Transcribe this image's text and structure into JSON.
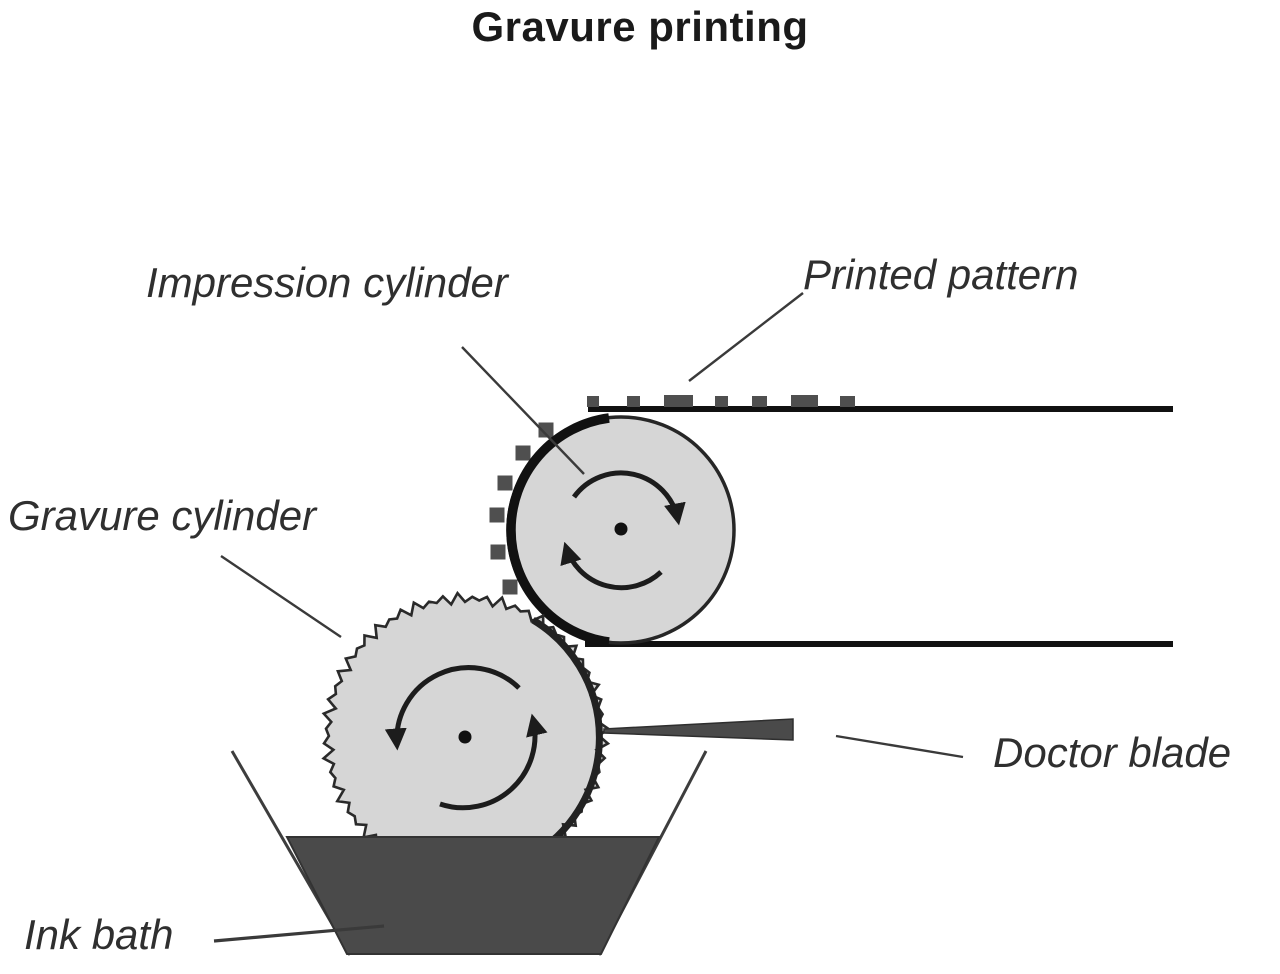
{
  "title": "Gravure printing",
  "labels": {
    "impression_cylinder": "Impression cylinder",
    "printed_pattern": "Printed pattern",
    "gravure_cylinder": "Gravure cylinder",
    "doctor_blade": "Doctor blade",
    "ink_bath": "Ink bath"
  },
  "colors": {
    "background": "#ffffff",
    "cylinder_fill": "#d6d6d6",
    "outline": "#1f1f1f",
    "wrap_black": "#111111",
    "ink": "#4a4a4a",
    "pattern_square": "#4f4f4f",
    "blade": "#4a4a4a",
    "leader_line": "#3a3a3a",
    "label_text": "#2f2f2f"
  }
}
